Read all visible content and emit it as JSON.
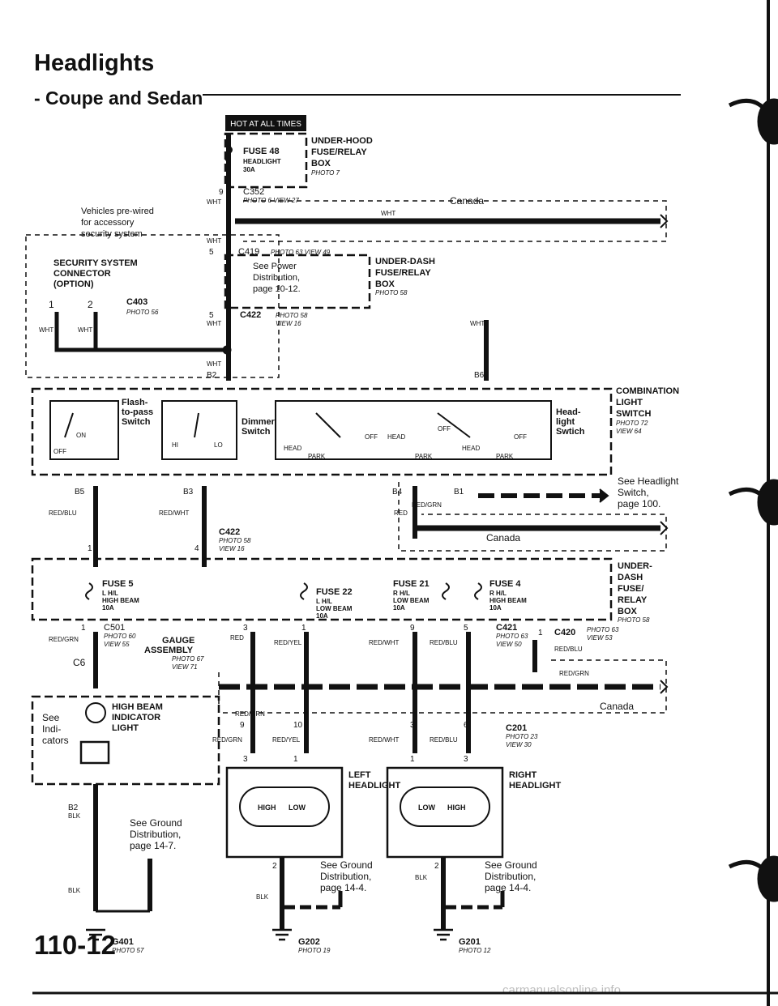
{
  "page": {
    "title": "Headlights",
    "subtitle": "- Coupe and Sedan",
    "page_number": "110-12",
    "watermark": "carmanualsonline.info"
  },
  "diagram": {
    "hot_badge": "HOT AT ALL TIMES",
    "fuse48": {
      "name": "FUSE 48",
      "desc": "HEADLIGHT",
      "amps": "30A"
    },
    "under_hood_box": [
      "UNDER-HOOD",
      "FUSE/RELAY",
      "BOX",
      "PHOTO 7"
    ],
    "c352": {
      "pin": "9",
      "name": "C352",
      "photo": "PHOTO 6  VIEW 27"
    },
    "canada": "Canada",
    "wire_wht": "WHT",
    "prewired_note": [
      "Vehicles pre-wired",
      "for accessory",
      "security system"
    ],
    "c419": {
      "pin": "5",
      "name": "C419",
      "photo": "PHOTO 63  VIEW 49"
    },
    "security": [
      "SECURITY SYSTEM",
      "CONNECTOR",
      "(OPTION)"
    ],
    "see_power": [
      "See Power",
      "Distribution,",
      "page 10-12."
    ],
    "under_dash_box_1": [
      "UNDER-DASH",
      "FUSE/RELAY",
      "BOX",
      "PHOTO 58"
    ],
    "c403": {
      "pin1": "1",
      "pin2": "2",
      "name": "C403",
      "photo": "PHOTO 56"
    },
    "c422a": {
      "pin": "5",
      "name": "C422",
      "photo": "PHOTO 58",
      "view": "VIEW 16"
    },
    "b2": "B2",
    "b6": "B6",
    "combination_switch": [
      "COMBINATION",
      "LIGHT",
      "SWITCH",
      "PHOTO 72",
      "VIEW 64"
    ],
    "flash_to_pass": [
      "Flash-",
      "to-pass",
      "Switch"
    ],
    "dimmer": [
      "Dimmer",
      "Switch"
    ],
    "headlight_switch": [
      "Head-",
      "light",
      "Swtich"
    ],
    "sw_on": "ON",
    "sw_off": "OFF",
    "sw_hi": "HI",
    "sw_lo": "LO",
    "sw_head": "HEAD",
    "sw_park": "PARK",
    "see_headlight_switch": [
      "See Headlight",
      "Switch,",
      "page 100."
    ],
    "b5": "B5",
    "b3": "B3",
    "b4": "B4",
    "b1": "B1",
    "wire_red_blu": "RED/BLU",
    "wire_red_wht": "RED/WHT",
    "wire_red_grn": "RED/GRN",
    "wire_red": "RED",
    "wire_red_yel": "RED/YEL",
    "c422b": {
      "pin1": "1",
      "pin4": "4",
      "name": "C422",
      "photo": "PHOTO 58",
      "view": "VIEW 16"
    },
    "under_dash_box_2": [
      "UNDER-",
      "DASH",
      "FUSE/",
      "RELAY",
      "BOX",
      "PHOTO 58"
    ],
    "fuse5": {
      "name": "FUSE 5",
      "desc1": "L H/L",
      "desc2": "HIGH BEAM",
      "amps": "10A"
    },
    "fuse22": {
      "name": "FUSE 22",
      "desc1": "L H/L",
      "desc2": "LOW BEAM",
      "amps": "10A"
    },
    "fuse21": {
      "name": "FUSE 21",
      "desc1": "R H/L",
      "desc2": "LOW BEAM",
      "amps": "10A"
    },
    "fuse4": {
      "name": "FUSE 4",
      "desc1": "R H/L",
      "desc2": "HIGH BEAM",
      "amps": "10A"
    },
    "c501": {
      "pin": "1",
      "name": "C501",
      "photo": "PHOTO 60",
      "view": "VIEW 55"
    },
    "gauge_assembly": [
      "GAUGE",
      "ASSEMBLY",
      "PHOTO 67",
      "VIEW 71"
    ],
    "c6": "C6",
    "red_grn_label": "RED/\nGRN",
    "c421": {
      "name": "C421",
      "photo": "PHOTO 63",
      "view": "VIEW 50"
    },
    "c420": {
      "pin": "1",
      "name": "C420",
      "photo": "PHOTO 63",
      "view": "VIEW 53"
    },
    "high_beam_indicator": [
      "HIGH BEAM",
      "INDICATOR",
      "LIGHT"
    ],
    "see_indicators": [
      "See",
      "Indi-",
      "cators"
    ],
    "c201_conn": {
      "name": "C201",
      "photo": "PHOTO 23",
      "view": "VIEW 30"
    },
    "left_headlight": [
      "LEFT",
      "HEADLIGHT"
    ],
    "right_headlight": [
      "RIGHT",
      "HEADLIGHT"
    ],
    "high": "HIGH",
    "low": "LOW",
    "see_ground_1": [
      "See Ground",
      "Distribution,",
      "page 14-7."
    ],
    "see_ground_2": [
      "See Ground",
      "Distribution,",
      "page 14-4."
    ],
    "see_ground_3": [
      "See Ground",
      "Distribution,",
      "page 14-4."
    ],
    "wire_blk": "BLK",
    "g401": {
      "name": "G401",
      "photo": "PHOTO 57"
    },
    "g202": {
      "name": "G202",
      "photo": "PHOTO 19"
    },
    "g201": {
      "name": "G201",
      "photo": "PHOTO 12"
    },
    "pins": {
      "p1": "1",
      "p2": "2",
      "p3": "3",
      "p4": "4",
      "p5": "5",
      "p6": "6",
      "p9": "9",
      "p10": "10"
    }
  }
}
